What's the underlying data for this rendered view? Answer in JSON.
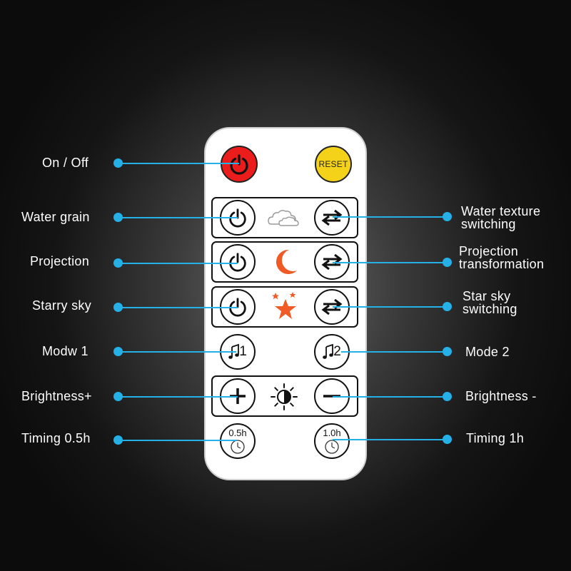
{
  "remote": {
    "reset_label": "RESET",
    "mode1_number": "1",
    "mode2_number": "2",
    "timer1_label": "0.5h",
    "timer2_label": "1.0h",
    "colors": {
      "power_red": "#ea1c1c",
      "reset_yellow": "#f4d21a",
      "accent_orange": "#f05a24",
      "connector_blue": "#25b0e8"
    }
  },
  "labels": {
    "on_off": "On / Off",
    "water_grain": "Water grain",
    "water_texture_switching_line1": "Water texture",
    "water_texture_switching_line2": "switching",
    "projection": "Projection",
    "projection_transformation_line1": "Projection",
    "projection_transformation_line2": "transformation",
    "starry_sky": "Starry sky",
    "star_sky_switching_line1": "Star sky",
    "star_sky_switching_line2": "switching",
    "mode1": "Modw 1",
    "mode2": "Mode 2",
    "brightness_plus": "Brightness+",
    "brightness_minus": "Brightness -",
    "timing_05": "Timing 0.5h",
    "timing_1": "Timing 1h"
  },
  "icons": [
    "power-icon",
    "cloud-icon",
    "switch-arrows-icon",
    "moon-icon",
    "stars-icon",
    "music-note-icon",
    "sun-half-icon",
    "plus-icon",
    "minus-icon",
    "clock-icon"
  ]
}
